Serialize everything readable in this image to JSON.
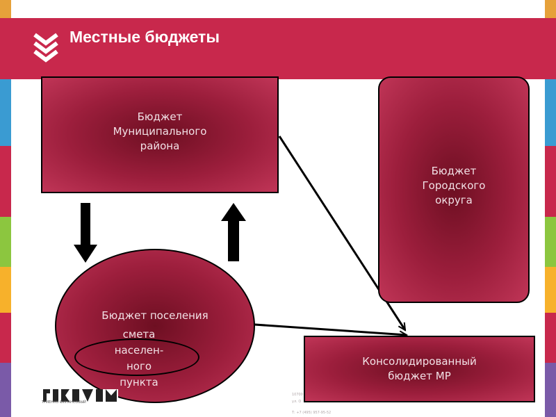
{
  "header": {
    "title": "Местные бюджеты"
  },
  "diagram": {
    "budget_mr": "Бюджет\nМуниципального\nрайона",
    "budget_go": "Бюджет\nГородского\nокруга",
    "budget_settlement": "Бюджет поселения",
    "smeta": "смета\nнаселен-\nного\nпункта",
    "consolidated": "Консолидированный\nбюджет МР"
  },
  "footer": {
    "logo_caption": "ТРИЕНКО ФИНАНСОВЫЙ",
    "address_1": "10700",
    "address_2": "ул. О",
    "phone": "Т: +7 (495) 957-95-52"
  },
  "colors": {
    "header": "#c8284c",
    "box_fill_center": "#6e0f22",
    "box_fill_edge": "#c03557"
  }
}
